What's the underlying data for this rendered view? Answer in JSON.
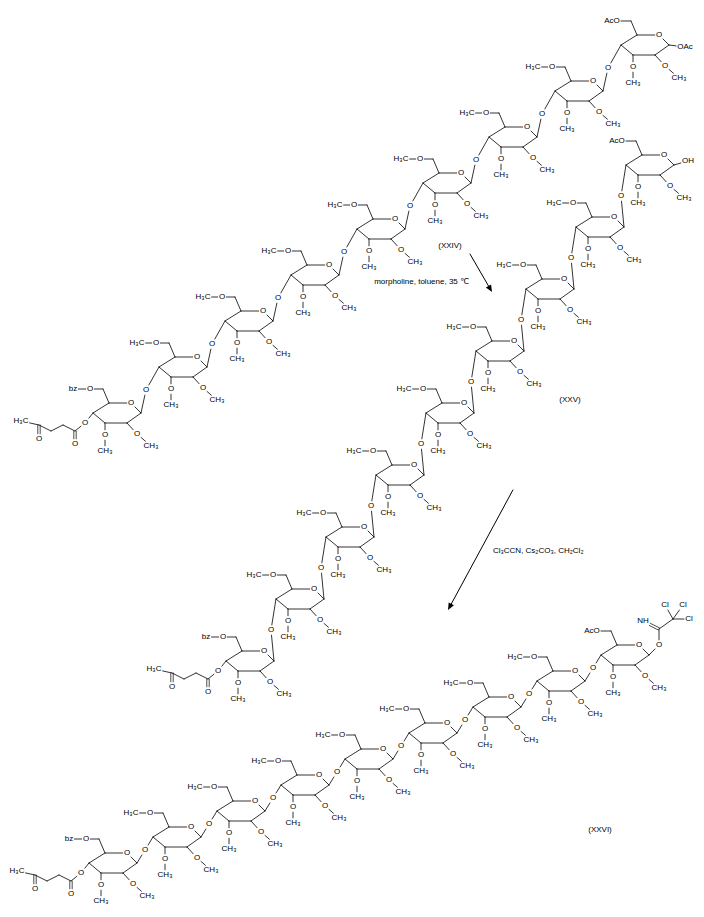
{
  "diagram": {
    "nodes": [
      {
        "text": [
          "(XXIV)"
        ]
      },
      {
        "text": [
          "(XXV)"
        ]
      },
      {
        "text": [
          "(XXVI)"
        ]
      }
    ],
    "edges": [
      {
        "from": 0,
        "to": 1,
        "arrow": "to",
        "label": "morpholine, toluene, 35 ℃"
      },
      {
        "from": 1,
        "to": 2,
        "arrow": "to",
        "label": "Cl₃CCN, Cs₂CO₃, CH₂Cl₂"
      }
    ],
    "labels": [
      "OAc",
      "O",
      "AcO",
      "O",
      "CH₃",
      "O",
      "CH₃",
      "O",
      "O",
      "H₃C",
      "O",
      "O",
      "CH₃",
      "O",
      "CH₃",
      "O",
      "O",
      "H₃C",
      "O",
      "O",
      "CH₃",
      "O",
      "CH₃",
      "O",
      "O",
      "H₃C",
      "O",
      "O",
      "CH₃",
      "O",
      "CH₃",
      "O",
      "O",
      "H₃C",
      "O",
      "O",
      "CH₃",
      "O",
      "CH₃",
      "O",
      "O",
      "H₃C",
      "O",
      "O",
      "CH₃",
      "O",
      "CH₃",
      "O",
      "O",
      "H₃C",
      "O",
      "O",
      "CH₃",
      "O",
      "CH₃",
      "O",
      "O",
      "H₃C",
      "O",
      "O",
      "CH₃",
      "O",
      "CH₃",
      "O",
      "O",
      "bz",
      "O",
      "O",
      "CH₃",
      "O",
      "CH₃",
      "O",
      "O",
      "H₃C",
      "O",
      "OH",
      "O",
      "AcO",
      "O",
      "CH₃",
      "O",
      "CH₃",
      "O",
      "O",
      "H₃C",
      "O",
      "O",
      "CH₃",
      "O",
      "CH₃",
      "O",
      "O",
      "H₃C",
      "O",
      "O",
      "CH₃",
      "O",
      "CH₃",
      "O",
      "O",
      "H₃C",
      "O",
      "O",
      "CH₃",
      "O",
      "CH₃",
      "O",
      "O",
      "H₃C",
      "O",
      "O",
      "CH₃",
      "O",
      "CH₃",
      "O",
      "O",
      "H₃C",
      "O",
      "O",
      "CH₃",
      "O",
      "CH₃",
      "O",
      "O",
      "H₃C",
      "O",
      "O",
      "CH₃",
      "O",
      "CH₃",
      "O",
      "O",
      "H₃C",
      "O",
      "O",
      "CH₃",
      "O",
      "CH₃",
      "O",
      "O",
      "bz",
      "O",
      "O",
      "CH₃",
      "O",
      "CH₃",
      "O",
      "O",
      "H₃C",
      "O",
      "O",
      "NH",
      "Cl",
      "Cl",
      "Cl",
      "O",
      "AcO",
      "O",
      "CH₃",
      "O",
      "CH₃",
      "O",
      "O",
      "H₃C",
      "O",
      "O",
      "CH₃",
      "O",
      "CH₃",
      "O",
      "O",
      "H₃C",
      "O",
      "O",
      "CH₃",
      "O",
      "CH₃",
      "O",
      "O",
      "H₃C",
      "O",
      "O",
      "CH₃",
      "O",
      "CH₃",
      "O",
      "O",
      "H₃C",
      "O",
      "O",
      "CH₃",
      "O",
      "CH₃",
      "O",
      "O",
      "H₃C",
      "O",
      "O",
      "CH₃",
      "O",
      "CH₃",
      "O",
      "O",
      "H₃C",
      "O",
      "O",
      "CH₃",
      "O",
      "CH₃",
      "O",
      "O",
      "H₃C",
      "O",
      "O",
      "CH₃",
      "O",
      "CH₃",
      "O",
      "O",
      "bz",
      "O",
      "O",
      "CH₃",
      "O",
      "CH₃",
      "O",
      "O",
      "H₃C",
      "O"
    ]
  }
}
